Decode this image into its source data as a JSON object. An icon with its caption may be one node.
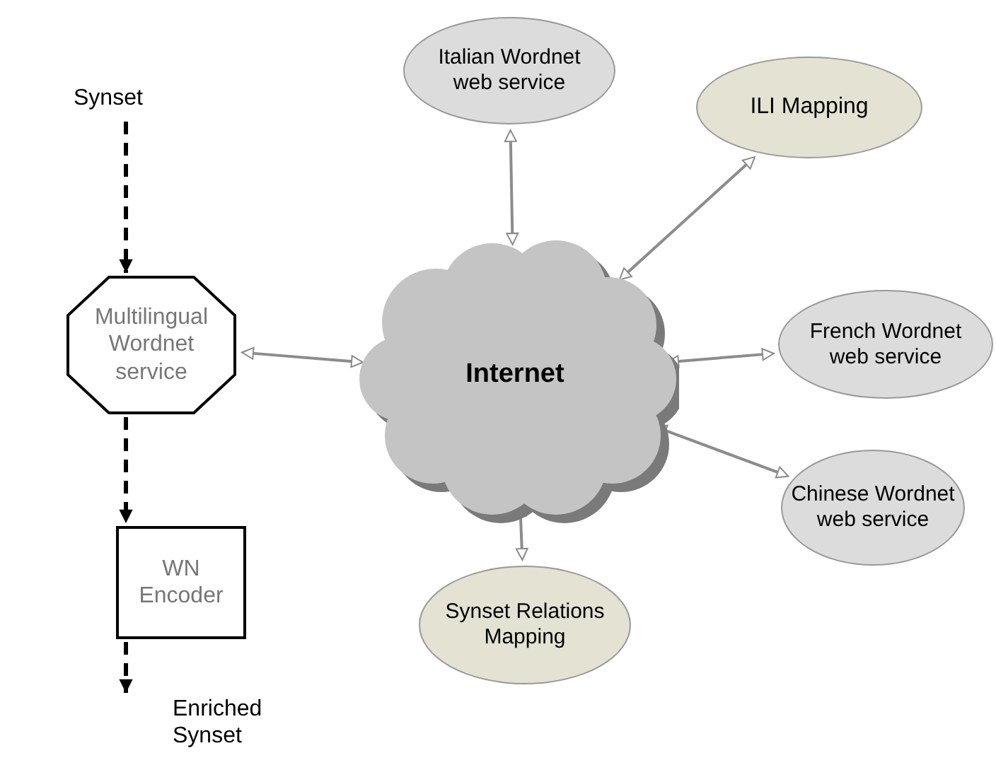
{
  "diagram": {
    "nodes": [
      {
        "text": [
          "Synset"
        ]
      },
      {
        "text": [
          "Multilingual Wordnet service"
        ]
      },
      {
        "text": [
          "WN Encoder"
        ]
      },
      {
        "text": [
          "Enriched Synset"
        ]
      },
      {
        "text": [
          "Internet"
        ]
      },
      {
        "text": [
          "Italian Wordnet web service"
        ]
      },
      {
        "text": [
          "ILI Mapping"
        ]
      },
      {
        "text": [
          "French Wordnet web service"
        ]
      },
      {
        "text": [
          "Chinese Wordnet web service"
        ]
      },
      {
        "text": [
          "Synset Relations Mapping"
        ]
      }
    ],
    "edges": [
      {
        "from": 0,
        "to": 1,
        "arrow": "to",
        "style": "dashed",
        "color": "#000000"
      },
      {
        "from": 1,
        "to": 2,
        "arrow": "to",
        "style": "dashed",
        "color": "#000000"
      },
      {
        "from": 2,
        "to": 3,
        "arrow": "to",
        "style": "dashed",
        "color": "#000000"
      },
      {
        "from": 1,
        "to": 4,
        "arrow": "both"
      },
      {
        "from": 5,
        "to": 4,
        "arrow": "both"
      },
      {
        "from": 6,
        "to": 4,
        "arrow": "both"
      },
      {
        "from": 7,
        "to": 4,
        "arrow": "both"
      },
      {
        "from": 8,
        "to": 4,
        "arrow": "both"
      },
      {
        "from": 9,
        "to": 4,
        "arrow": "both"
      }
    ]
  }
}
